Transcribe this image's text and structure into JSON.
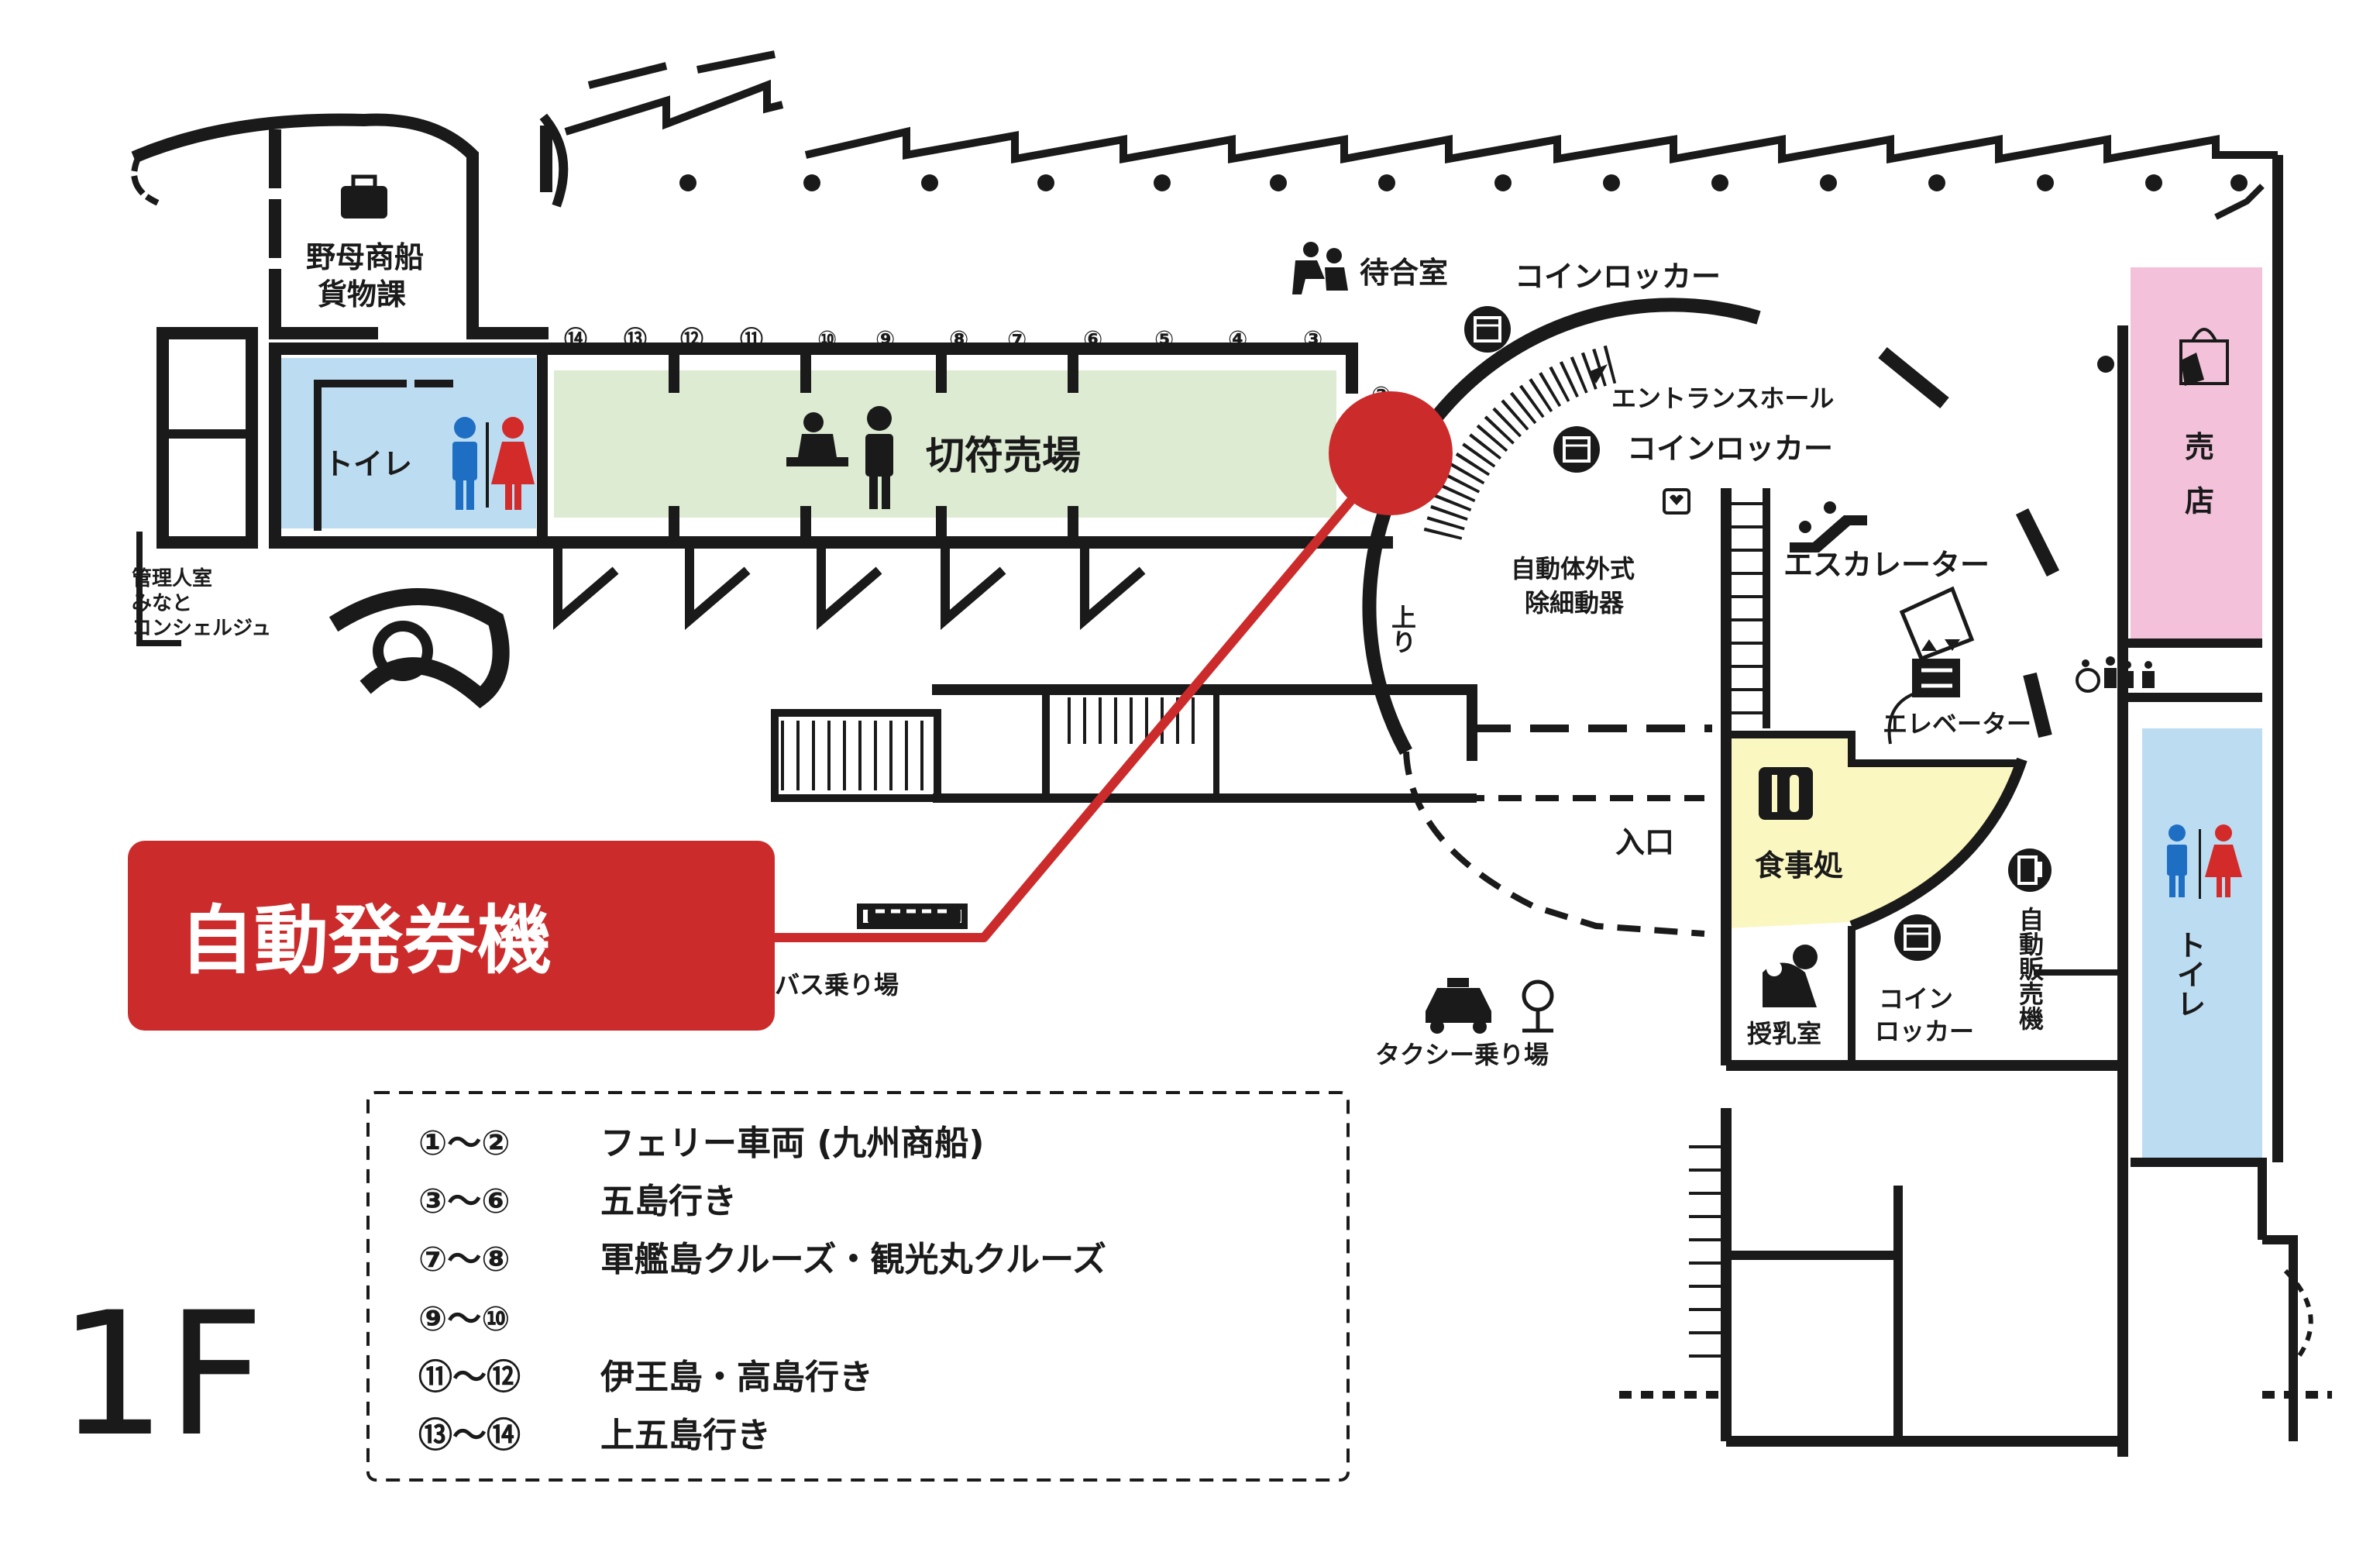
{
  "floor_label": "1F",
  "callout": {
    "label": "自動発券機",
    "color": "#cc2b2b"
  },
  "colors": {
    "toilet": "#bcdcf2",
    "ticket_area": "#dcebd2",
    "shop": "#f3c2da",
    "restaurant": "#fbf7c0",
    "wall": "#1a1a1a",
    "male": "#1e6fc4",
    "female": "#d32a2a"
  },
  "areas": {
    "nomo_cargo": "野母商船\n貨物課",
    "toilet_left": "トイレ",
    "ticket_sales": "切符売場",
    "manager_room": "管理人室\nみなと\nコンシェルジュ",
    "waiting_room": "待合室",
    "coin_locker_1": "コインロッカー",
    "entrance_hall": "エントランスホール",
    "coin_locker_2": "コインロッカー",
    "aed": "自動体外式\n除細動器",
    "escalator": "エスカレーター",
    "up": "上り",
    "elevator": "エレベーター",
    "entrance": "入口",
    "restaurant": "食事処",
    "nursing_room": "授乳室",
    "coin_locker_3": "コイン\nロッカー",
    "vending": "自動販売機",
    "shop": "売\n店",
    "toilet_right": "トイレ",
    "bus_stop": "バス乗り場",
    "taxi_stand": "タクシー乗り場"
  },
  "berths": [
    "⑭",
    "⑬",
    "⑫",
    "⑪",
    "⑩",
    "⑨",
    "⑧",
    "⑦",
    "⑥",
    "⑤",
    "④",
    "③",
    "②"
  ],
  "legend": [
    {
      "range": "①〜②",
      "dest": "フェリー車両 (九州商船)"
    },
    {
      "range": "③〜⑥",
      "dest": "五島行き"
    },
    {
      "range": "⑦〜⑧",
      "dest": "軍艦島クルーズ・観光丸クルーズ"
    },
    {
      "range": "⑨〜⑩",
      "dest": ""
    },
    {
      "range": "⑪〜⑫",
      "dest": "伊王島・高島行き"
    },
    {
      "range": "⑬〜⑭",
      "dest": "上五島行き"
    }
  ]
}
